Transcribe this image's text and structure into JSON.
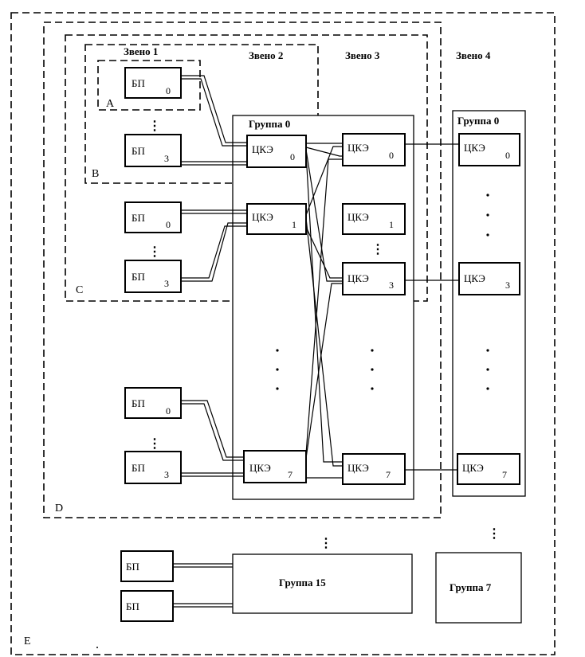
{
  "headers": {
    "link1": "Звено 1",
    "link2": "Звено 2",
    "link3": "Звено 3",
    "link4": "Звено 4"
  },
  "zones": {
    "a": "A",
    "b": "B",
    "c": "C",
    "d": "D",
    "e": "E"
  },
  "groups": {
    "g0_left": "Группа 0",
    "g0_right": "Группа 0",
    "g15": "Группа 15",
    "g7": "Группа 7"
  },
  "labels": {
    "bp": "БП",
    "cke": "ЦКЭ"
  },
  "indices": {
    "i0": "0",
    "i1": "1",
    "i3": "3",
    "i7": "7"
  },
  "ellipsis": "⋮"
}
